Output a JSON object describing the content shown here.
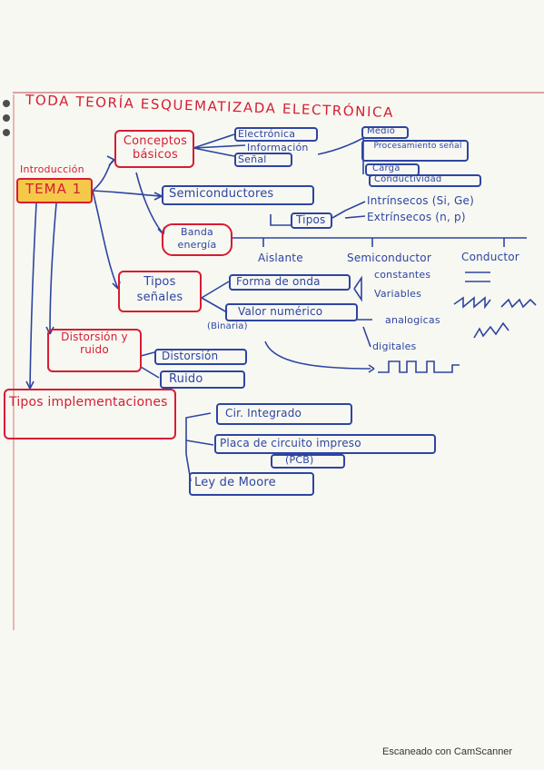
{
  "title": "TODA TEORÍA ESQUEMATIZADA ELECTRÓNICA",
  "intro": "Introducción",
  "tema": "TEMA 1",
  "conceptos": "Conceptos básicos",
  "concept_items": [
    "Electrónica",
    "Información",
    "Señal"
  ],
  "senal_items": [
    "Medio",
    "Procesamiento señal",
    "Carga",
    "Conductividad"
  ],
  "semiconductores": "Semiconductores",
  "tipos": "Tipos",
  "tipos_items": [
    "Intrínsecos (Si, Ge)",
    "Extrínsecos (n, p)"
  ],
  "banda": "Banda energía",
  "banda_items": [
    "Aislante",
    "Semiconductor",
    "Conductor"
  ],
  "tipos_senales": "Tipos señales",
  "forma": "Forma de onda",
  "forma_items": [
    "constantes",
    "Variables"
  ],
  "valor": "Valor numérico",
  "binaria": "(Binaria)",
  "valor_items": [
    "analogicas",
    "digitales"
  ],
  "distorsion_ruido": "Distorsión y ruido",
  "distorsion": "Distorsión",
  "ruido": "Ruido",
  "implementaciones": "Tipos implementaciones",
  "impl_items": [
    "Cir. Integrado",
    "Placa de circuito impreso",
    "(PCB)",
    "Ley de Moore"
  ],
  "footer": "Escaneado con CamScanner",
  "colors": {
    "ink": "#2d45a2",
    "red": "#d61d32",
    "highlight": "#f6c84a"
  }
}
